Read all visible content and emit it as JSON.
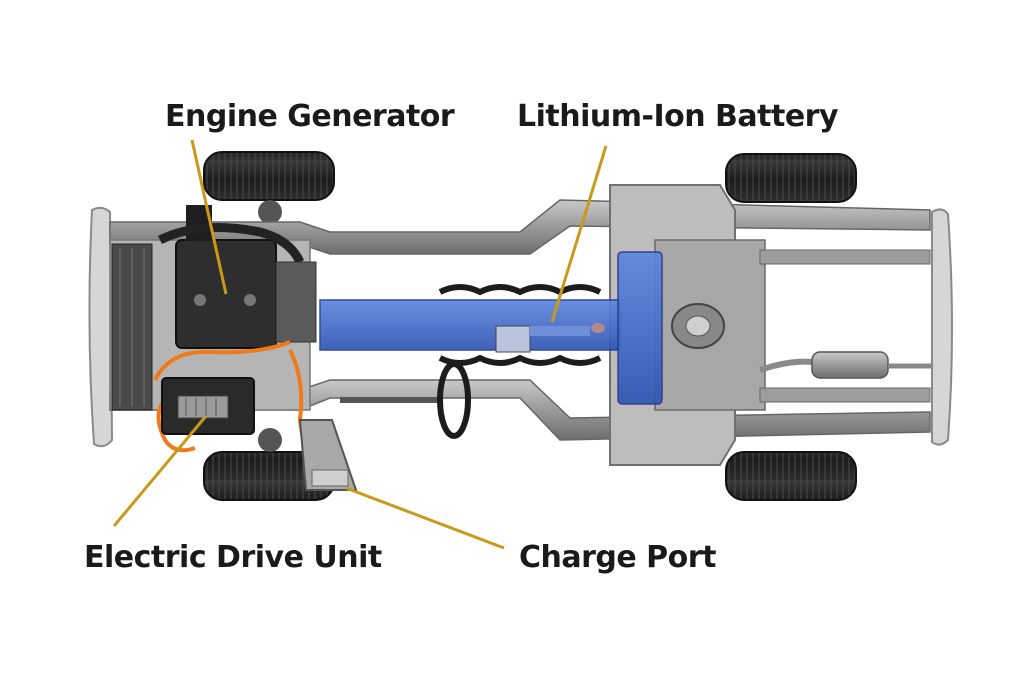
{
  "callouts": {
    "engine_generator": "Engine Generator",
    "battery": "Lithium-Ion Battery",
    "drive_unit": "Electric Drive Unit",
    "charge_port": "Charge Port"
  },
  "colors": {
    "leader_line": "#c99a1a",
    "battery": "#3a66c8",
    "frame": "#8f8f8f",
    "tire": "#222222",
    "orange_cable": "#f07a1a"
  }
}
